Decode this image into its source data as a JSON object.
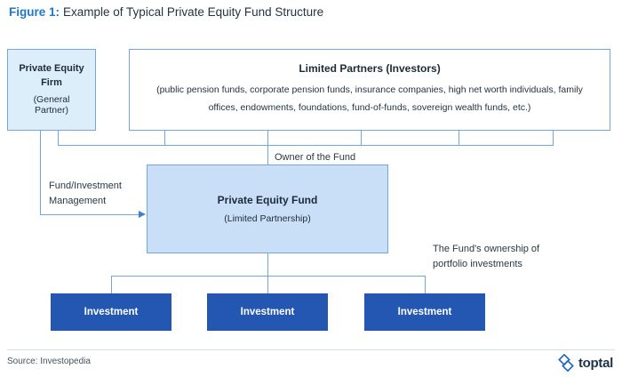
{
  "figure": {
    "label": "Figure 1:",
    "title": "Example of Typical Private Equity Fund Structure"
  },
  "diagram": {
    "gp_box": {
      "title": "Private Equity Firm",
      "subtitle": "(General Partner)"
    },
    "lp_box": {
      "title": "Limited Partners (Investors)",
      "body": "(public pension funds, corporate pension funds, insurance companies, high net worth individuals, family offices, endowments, foundations, fund-of-funds, sovereign wealth funds, etc.)"
    },
    "fund_box": {
      "title": "Private Equity Fund",
      "subtitle": "(Limited Partnership)"
    },
    "investments": [
      "Investment",
      "Investment",
      "Investment"
    ],
    "labels": {
      "owner": "Owner of the Fund",
      "management_line1": "Fund/Investment",
      "management_line2": "Management",
      "ownership_line1": "The Fund's ownership of",
      "ownership_line2": "portfolio investments"
    }
  },
  "footer": {
    "source": "Source: Investopedia",
    "logo_text": "toptal"
  },
  "colors": {
    "accent_blue": "#2178c8",
    "line_blue": "#74a6da",
    "gp_fill": "#ddeefb",
    "fund_fill": "#c9dff7",
    "investment_fill": "#2457b2",
    "logo_blue": "#2368c4",
    "text_dark": "#243342"
  }
}
